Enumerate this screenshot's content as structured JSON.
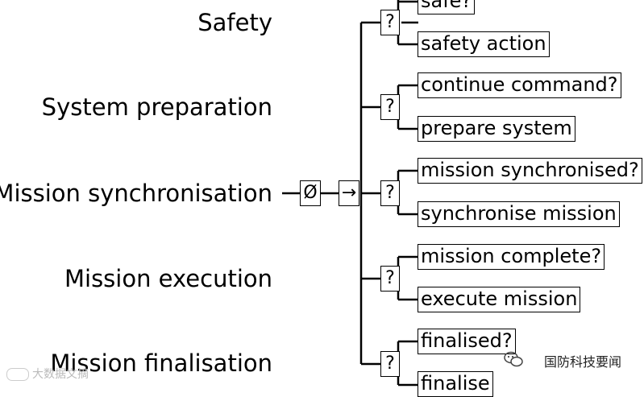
{
  "labels": {
    "safety": "Safety",
    "system_preparation": "System preparation",
    "mission_synchronisation": "Mission synchronisation",
    "mission_execution": "Mission execution",
    "mission_finalisation": "Mission finalisation"
  },
  "nodes": {
    "parallel": "Ø",
    "sequence": "→",
    "fallback": "?"
  },
  "leaves": {
    "safe": "safe?",
    "safety_action": "safety action",
    "continue_command": "continue command?",
    "prepare_system": "prepare system",
    "mission_synchronised": "mission synchronised?",
    "synchronise_mission": "synchronise mission",
    "mission_complete": "mission complete?",
    "execute_mission": "execute mission",
    "finalised": "finalised?",
    "finalise": "finalise"
  },
  "watermarks": {
    "left": "大数据文摘",
    "right": "国防科技要闻"
  },
  "colors": {
    "line": "#000000",
    "background": "#ffffff"
  }
}
